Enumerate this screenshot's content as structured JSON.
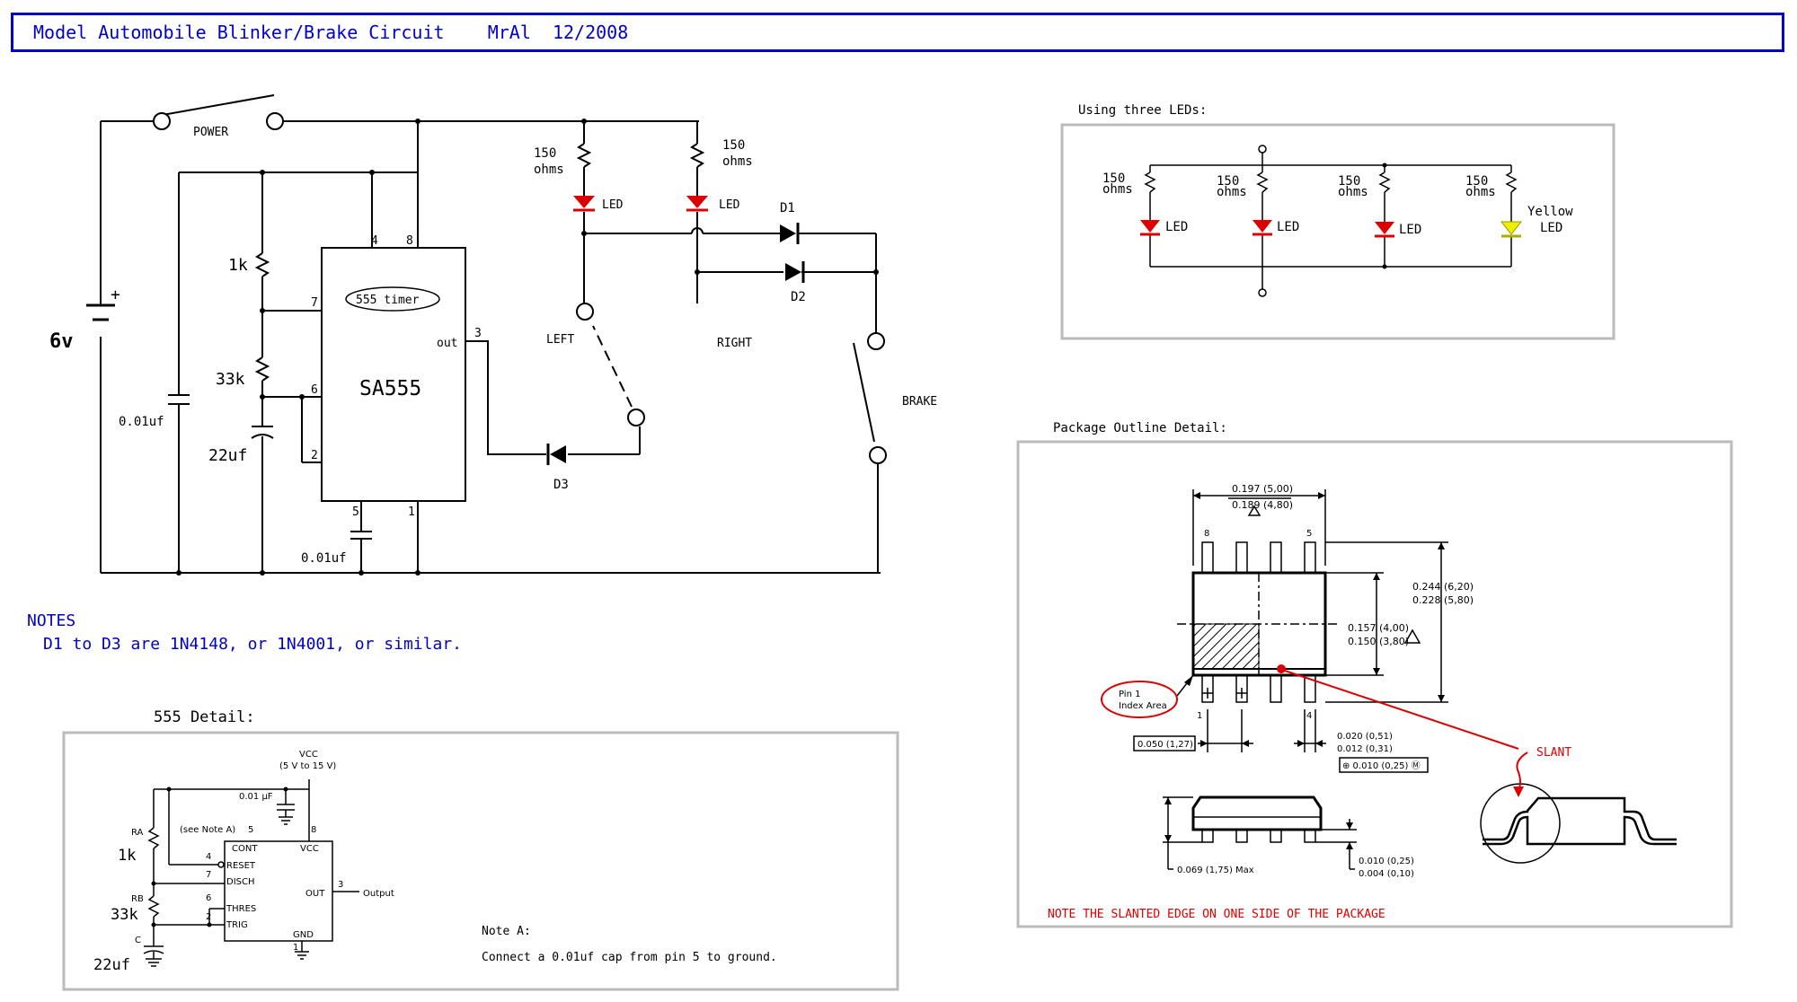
{
  "colors": {
    "text_blue": "#0000cc",
    "wire": "#000000",
    "led": "#dd0000",
    "led_yellow": "#eeee00",
    "panel": "#bbbbbb",
    "annotation": "#dd0000"
  },
  "header": {
    "title": "Model Automobile Blinker/Brake Circuit    MrAl  12/2008"
  },
  "main": {
    "power": "POWER",
    "battery_voltage": "6v",
    "battery_plus": "+",
    "r_top": "1k",
    "r_mid": "33k",
    "c_timing": "22uf",
    "c_decouple": "0.01uf",
    "c_pin5": "0.01uf",
    "chip_name": "SA555",
    "chip_badge": "555 timer",
    "chip_out": "out",
    "pins": {
      "p4": "4",
      "p8": "8",
      "p7": "7",
      "p6": "6",
      "p2": "2",
      "p3": "3",
      "p5": "5",
      "p1": "1"
    },
    "r_led1_a": "150",
    "r_led1_b": "ohms",
    "r_led2_a": "150",
    "r_led2_b": "ohms",
    "led1": "LED",
    "led2": "LED",
    "d1": "D1",
    "d2": "D2",
    "d3": "D3",
    "left": "LEFT",
    "right": "RIGHT",
    "brake": "BRAKE"
  },
  "notes": {
    "heading": "NOTES",
    "line": "D1 to D3 are 1N4148, or 1N4001, or similar."
  },
  "three_leds": {
    "heading": "Using three LEDs:",
    "r_values": [
      "150",
      "150",
      "150",
      "150"
    ],
    "r_units": [
      "ohms",
      "ohms",
      "ohms",
      "ohms"
    ],
    "led_labels": [
      "LED",
      "LED",
      "LED"
    ],
    "yellow_label_a": "Yellow",
    "yellow_label_b": "LED"
  },
  "package": {
    "heading": "Package Outline Detail:",
    "dim_top_a": "0.197 (5,00)",
    "dim_top_b": "0.189 (4,80)",
    "dim_right_a": "0.244 (6,20)",
    "dim_right_b": "0.228 (5,80)",
    "dim_mid_a": "0.157 (4,00)",
    "dim_mid_b": "0.150 (3,80)",
    "pin8": "8",
    "pin5": "5",
    "pin1": "1",
    "pin4": "4",
    "pin1_a": "Pin 1",
    "pin1_b": "Index Area",
    "pitch": "0.050 (1,27)",
    "lead_a": "0.020 (0,51)",
    "lead_b": "0.012 (0,31)",
    "lead_tol": "⊕ 0.010 (0,25) Ⓜ",
    "height": "0.069 (1,75) Max",
    "stand_a": "0.010 (0,25)",
    "stand_b": "0.004 (0,10)",
    "slant": "SLANT",
    "note": "NOTE THE SLANTED EDGE ON ONE SIDE OF THE PACKAGE"
  },
  "detail555": {
    "heading": "555 Detail:",
    "vcc": "VCC",
    "vcc_range": "(5 V to 15 V)",
    "cap": "0.01 µF",
    "see_note": "(see Note A)",
    "ra": "RA",
    "rb": "RB",
    "c": "C",
    "ra_val": "1k",
    "rb_val": "33k",
    "c_val": "22uf",
    "pin_labels": {
      "cont": "CONT",
      "vcc": "VCC",
      "reset": "RESET",
      "disch": "DISCH",
      "thres": "THRES",
      "trig": "TRIG",
      "out": "OUT",
      "gnd": "GND",
      "output": "Output"
    },
    "pins": {
      "p5": "5",
      "p8": "8",
      "p4": "4",
      "p7": "7",
      "p6": "6",
      "p2": "2",
      "p3": "3",
      "p1": "1"
    },
    "note_a_title": "Note A:",
    "note_a_text": "Connect a 0.01uf cap from pin 5 to ground."
  }
}
